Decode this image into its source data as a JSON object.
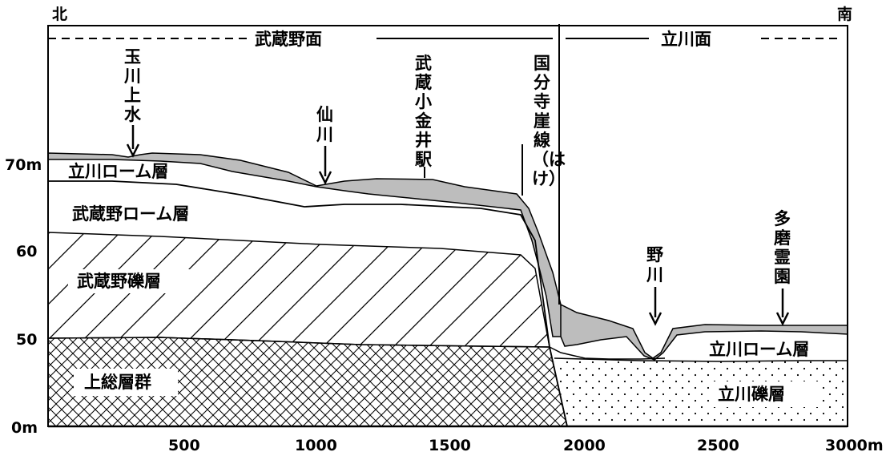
{
  "directions": {
    "north": "北",
    "south": "南"
  },
  "surfaces": {
    "musashino": "武蔵野面",
    "tachikawa": "立川面"
  },
  "y_axis": {
    "ticks": [
      "70m",
      "60",
      "50",
      "0m"
    ]
  },
  "x_axis": {
    "ticks": [
      "500",
      "1000",
      "1500",
      "2000",
      "2500",
      "3000m"
    ]
  },
  "landmarks": {
    "tamagawa_josui": [
      "玉",
      "川",
      "上",
      "水"
    ],
    "senkawa": [
      "仙",
      "川"
    ],
    "musashi_koganei": [
      "武",
      "蔵",
      "小",
      "金",
      "井",
      "駅"
    ],
    "kokubunji_gaisen": [
      "国",
      "分",
      "寺",
      "崖",
      "線",
      "（は",
      "け）"
    ],
    "nogawa": [
      "野",
      "川"
    ],
    "tama_reien": [
      "多",
      "磨",
      "霊",
      "園"
    ]
  },
  "layers": {
    "tachikawa_loam_upper": "立川ローム層",
    "musashino_loam": "武蔵野ローム層",
    "musashino_gravel": "武蔵野礫層",
    "kazusa": "上総層群",
    "tachikawa_loam_lower": "立川ローム層",
    "tachikawa_gravel": "立川礫層"
  }
}
